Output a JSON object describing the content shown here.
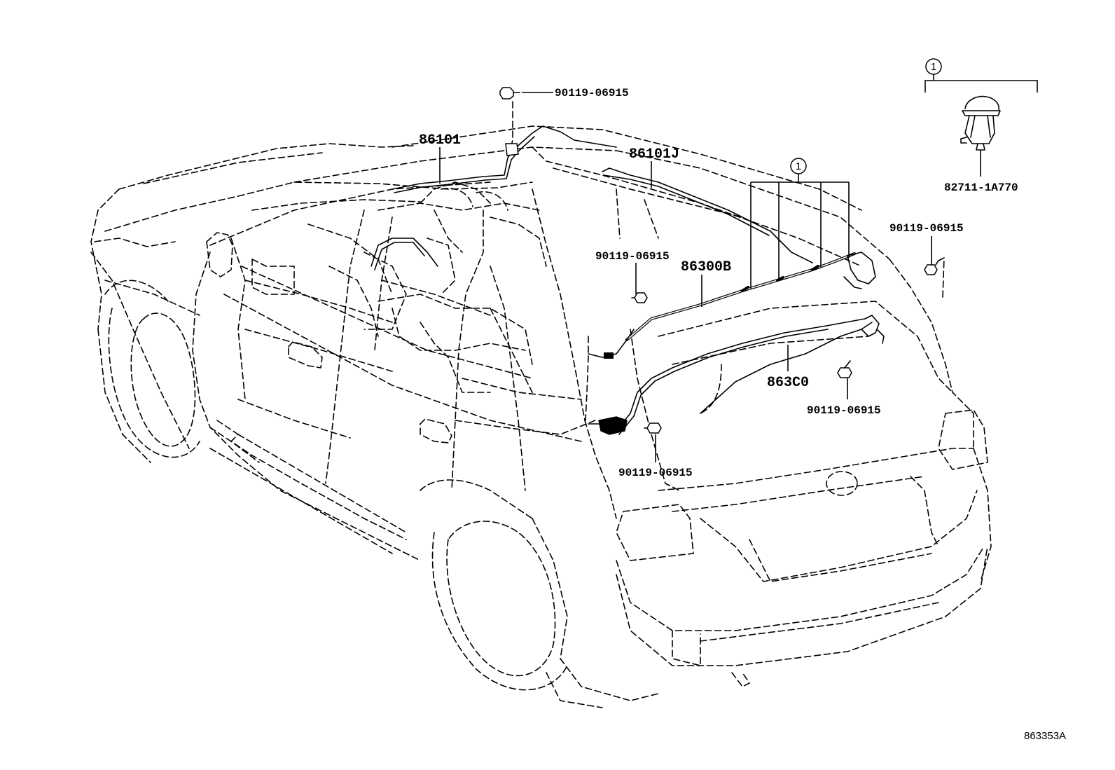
{
  "callouts": {
    "kit_marker": "1",
    "clip_part": "82711-1A770",
    "bolt_top": "90119-06915",
    "bolt_pillar": "90119-06915",
    "bolt_right": "90119-06915",
    "bolt_lower_right": "90119-06915",
    "bolt_bottom": "90119-06915",
    "antenna_cord": "86101",
    "antenna_cord_j": "86101J",
    "cord_86300b": "86300B",
    "cord_863c0": "863C0"
  },
  "figure_ref": "863353A",
  "colors": {
    "ink": "#000000",
    "paper": "#ffffff"
  }
}
